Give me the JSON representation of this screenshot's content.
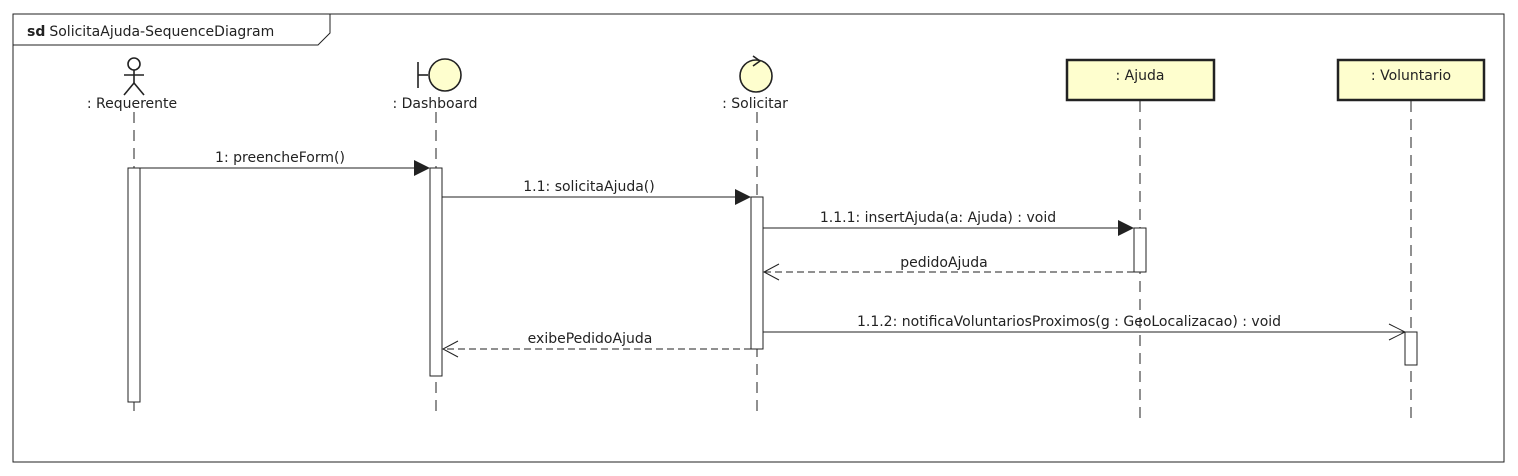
{
  "frame": {
    "keyword": "sd",
    "name": "SolicitaAjuda-SequenceDiagram"
  },
  "participants": [
    {
      "id": "requerente",
      "label": ": Requerente",
      "kind": "actor"
    },
    {
      "id": "dashboard",
      "label": ": Dashboard",
      "kind": "boundary"
    },
    {
      "id": "solicitar",
      "label": ": Solicitar",
      "kind": "control"
    },
    {
      "id": "ajuda",
      "label": ": Ajuda",
      "kind": "entity-box"
    },
    {
      "id": "voluntario",
      "label": ": Voluntario",
      "kind": "entity-box"
    }
  ],
  "messages": [
    {
      "label": "1: preencheForm()",
      "from": "requerente",
      "to": "dashboard",
      "style": "sync"
    },
    {
      "label": "1.1: solicitaAjuda()",
      "from": "dashboard",
      "to": "solicitar",
      "style": "sync"
    },
    {
      "label": "1.1.1: insertAjuda(a: Ajuda) : void",
      "from": "solicitar",
      "to": "ajuda",
      "style": "sync"
    },
    {
      "label": "pedidoAjuda",
      "from": "ajuda",
      "to": "solicitar",
      "style": "return"
    },
    {
      "label": "1.1.2: notificaVoluntariosProximos(g : GeoLocalizacao) : void",
      "from": "solicitar",
      "to": "voluntario",
      "style": "async"
    },
    {
      "label": "exibePedidoAjuda",
      "from": "solicitar",
      "to": "dashboard",
      "style": "return"
    }
  ],
  "colors": {
    "line": "#222222",
    "participant_fill": "#fefece",
    "background": "#ffffff"
  }
}
